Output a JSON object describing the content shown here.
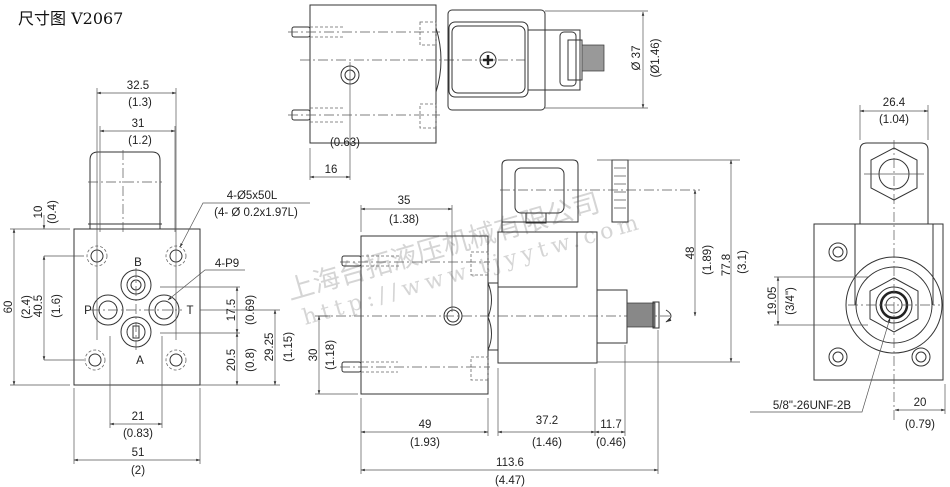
{
  "title": "尺寸图 V2067",
  "watermark": {
    "company": "上海台拓液压机械有限公司",
    "url": "http://www.tjyytw.com"
  },
  "front_view": {
    "ports": {
      "b": "B",
      "p": "P",
      "t": "T",
      "a": "A"
    },
    "callouts": {
      "bolts_mm": "4-Ø5x50L",
      "bolts_in": "(4- Ø 0.2x1.97L)",
      "ports": "4-P9"
    },
    "dims": {
      "w32_5": "32.5",
      "w32_5_in": "(1.3)",
      "w31": "31",
      "w31_in": "(1.2)",
      "h10": "10",
      "h10_in": "(0.4)",
      "h60": "60",
      "h60_in": "(2.4)",
      "h40_5": "40.5",
      "h40_5_in": "(1.6)",
      "h17_5": "17.5",
      "h17_5_in": "(0.69)",
      "h20_5": "20.5",
      "h20_5_in": "(0.8)",
      "h29_25": "29.25",
      "h29_25_in": "(1.15)",
      "w21": "21",
      "w21_in": "(0.83)",
      "w51": "51",
      "w51_in": "(2)"
    }
  },
  "top_view": {
    "dims": {
      "d37": "Ø 37",
      "d37_in": "(Ø1.46)",
      "w16": "16",
      "w16_in": "(0.63)"
    }
  },
  "side_view": {
    "dims": {
      "w35": "35",
      "w35_in": "(1.38)",
      "h30": "30",
      "h30_in": "(1.18)",
      "w49": "49",
      "w49_in": "(1.93)",
      "w37_2": "37.2",
      "w37_2_in": "(1.46)",
      "w11_7": "11.7",
      "w11_7_in": "(0.46)",
      "w113_6": "113.6",
      "w113_6_in": "(4.47)",
      "h48": "48",
      "h48_in": "(1.89)",
      "h77_8": "77.8",
      "h77_8_in": "(3.1)"
    }
  },
  "end_view": {
    "thread": "5/8\"-26UNF-2B",
    "dims": {
      "w26_4": "26.4",
      "w26_4_in": "(1.04)",
      "h19_05": "19.05",
      "h19_05_in": "(3/4\")",
      "w20": "20",
      "w20_in": "(0.79)"
    }
  }
}
